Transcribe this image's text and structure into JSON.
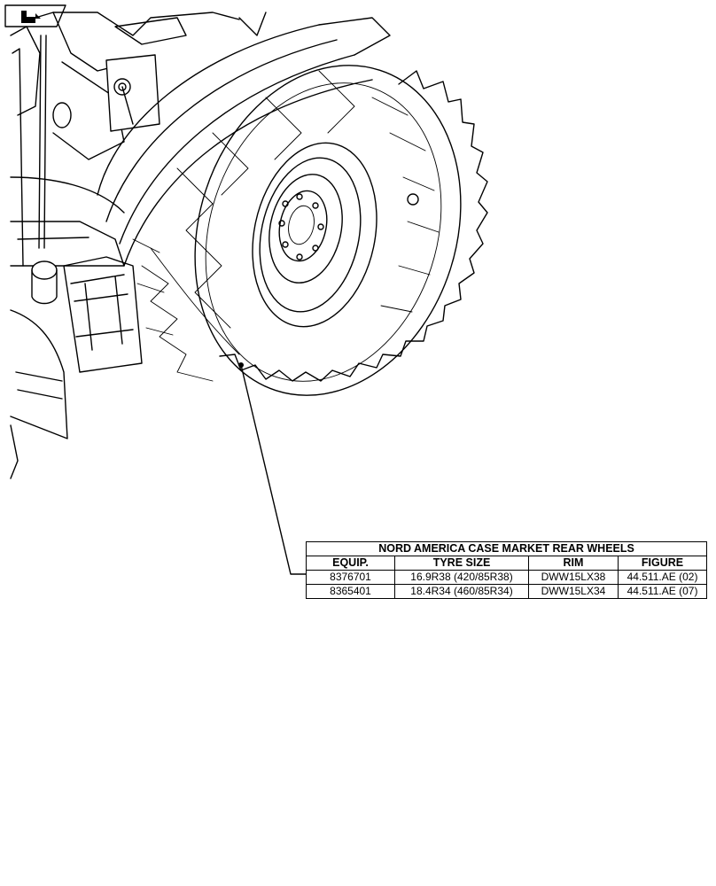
{
  "table": {
    "title": "NORD AMERICA CASE MARKET REAR WHEELS",
    "columns": [
      "EQUIP.",
      "TYRE SIZE",
      "RIM",
      "FIGURE"
    ],
    "rows": [
      {
        "equip": "8376701",
        "tyre_size": "16.9R38 (420/85R38)",
        "rim": "DWW15LX38",
        "figure": "44.511.AE (02)"
      },
      {
        "equip": "8365401",
        "tyre_size": "18.4R34 (460/85R34)",
        "rim": "DWW15LX34",
        "figure": "44.511.AE (07)"
      }
    ]
  }
}
